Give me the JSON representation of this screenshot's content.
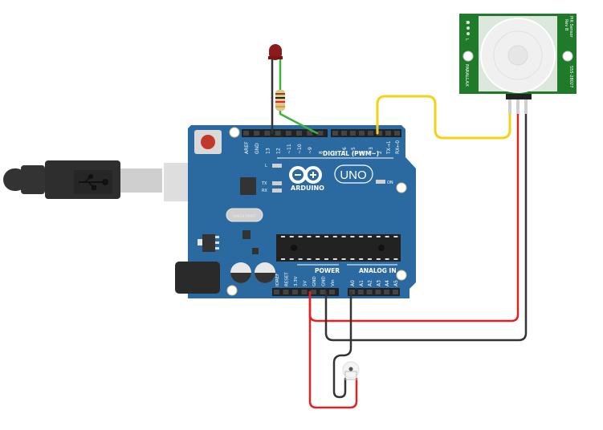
{
  "board": {
    "brand": "ARDUINO",
    "model": "UNO",
    "digital_header_label": "DIGITAL (PWM~)",
    "power_header_label": "POWER",
    "analog_header_label": "ANALOG IN",
    "led_labels": {
      "l": "L",
      "tx": "TX",
      "rx": "RX",
      "on": "ON"
    },
    "crystal_label": "SPK16.000G",
    "digital_pins_left": [
      "AREF",
      "GND",
      "13",
      "12",
      "~11",
      "~10",
      "~9",
      "8"
    ],
    "digital_pins_right": [
      "7",
      "~6",
      "~5",
      "4",
      "~3",
      "2",
      "TX→1",
      "RX←0"
    ],
    "power_pins": [
      "IOREF",
      "RESET",
      "3.3V",
      "5V",
      "GND",
      "GND",
      "Vin"
    ],
    "analog_pins": [
      "A0",
      "A1",
      "A2",
      "A3",
      "A4",
      "A5"
    ],
    "color": "#2b6aa0"
  },
  "pir_sensor": {
    "title": "PIR Sensor",
    "rev": "Rev B",
    "part_number": "555-28027",
    "brand": "PARALLAX",
    "jumper_labels": [
      "H",
      "L"
    ],
    "pcb_color": "#1f7a2a"
  },
  "led": {
    "color": "#8b1a1a"
  },
  "wires": {
    "colors": {
      "signal": "#f2d21b",
      "power": "#e32121",
      "ground": "#333333",
      "led": "#3cb43c"
    }
  }
}
